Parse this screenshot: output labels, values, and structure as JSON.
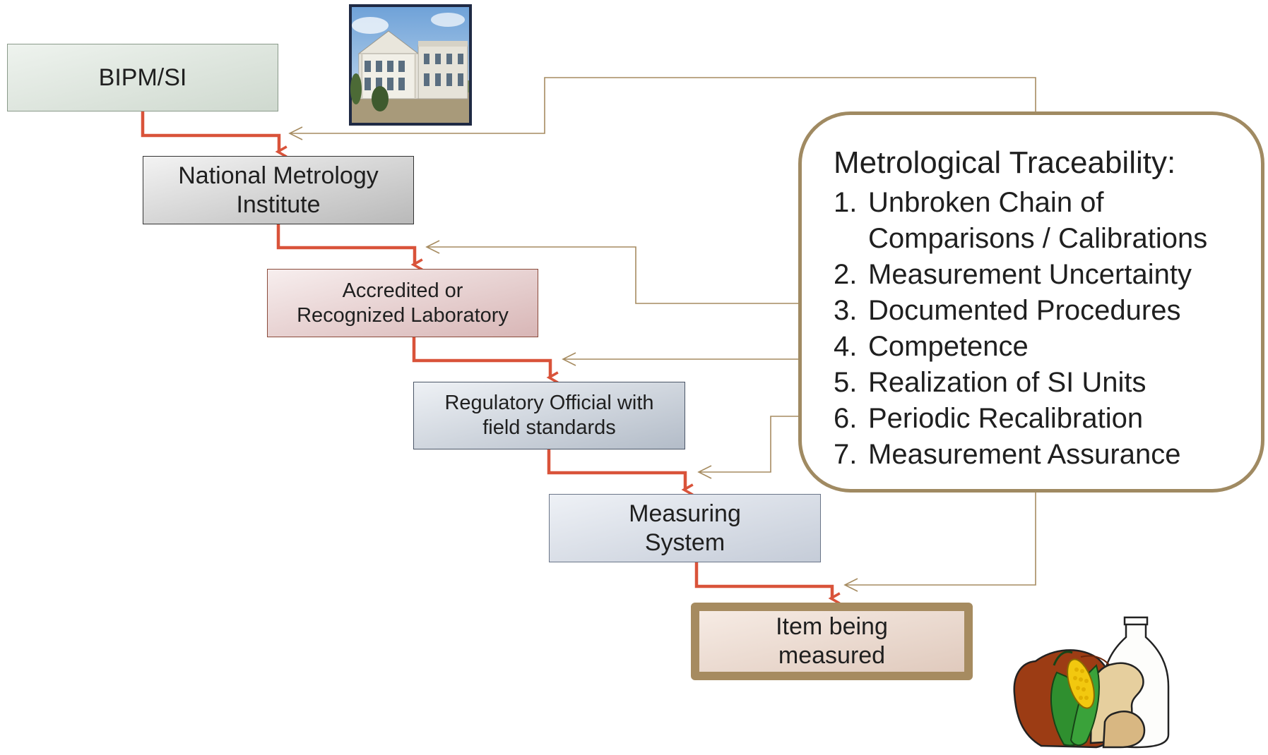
{
  "boxes": {
    "bipm": "BIPM/SI",
    "nmi": [
      "National Metrology",
      "Institute"
    ],
    "lab": [
      "Accredited or",
      "Recognized Laboratory"
    ],
    "regulatory": [
      "Regulatory Official with",
      "field standards"
    ],
    "measuring_system": [
      "Measuring",
      "System"
    ],
    "item": [
      "Item being",
      "measured"
    ]
  },
  "callout": {
    "title": "Metrological Traceability:",
    "items": [
      {
        "num": "1.",
        "text": "Unbroken Chain of Comparisons / Calibrations"
      },
      {
        "num": "2.",
        "text": "Measurement Uncertainty"
      },
      {
        "num": "3.",
        "text": "Documented Procedures"
      },
      {
        "num": "4.",
        "text": "Competence"
      },
      {
        "num": "5.",
        "text": "Realization of SI Units"
      },
      {
        "num": "6.",
        "text": "Periodic Recalibration"
      },
      {
        "num": "7.",
        "text": "Measurement Assurance"
      }
    ]
  },
  "images": {
    "building": "building-photo-icon",
    "food": "food-clipart-icon"
  },
  "colors": {
    "chain_arrow": "#d9533a",
    "feedback_line": "#a68b60",
    "callout_border": "#a08a62",
    "item_border": "#a68b60"
  }
}
